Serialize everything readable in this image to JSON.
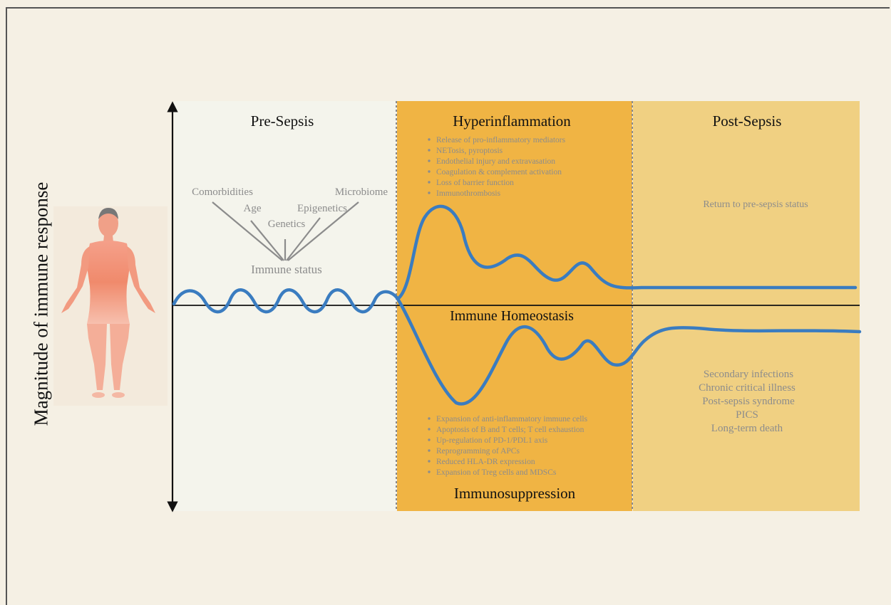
{
  "y_axis_label": "Magnitude of immune response",
  "phases": {
    "pre_sepsis": "Pre-Sepsis",
    "hyperinflammation": "Hyperinflammation",
    "post_sepsis": "Post-Sepsis"
  },
  "factors": [
    "Comorbidities",
    "Age",
    "Genetics",
    "Epigenetics",
    "Microbiome"
  ],
  "immune_status": "Immune status",
  "hyperinflammation_items": [
    "Release of pro-inflammatory mediators",
    "NETosis, pyroptosis",
    "Endothelial injury and extravasation",
    "Coagulation & complement activation",
    "Loss of barrier function",
    "Immunothrombosis"
  ],
  "homeostasis_label": "Immune Homeostasis",
  "immunosuppression_items": [
    "Expansion of anti-inflammatory immune cells",
    "Apoptosis of B and T cells; T cell exhaustion",
    "Up-regulation of PD-1/PDL1 axis",
    "Reprogramming of APCs",
    "Reduced HLA-DR expression",
    "Expansion of Treg cells and MDSCs"
  ],
  "immunosuppression_label": "Immunosuppression",
  "post_sepsis_upper": "Return to pre-sepsis status",
  "post_sepsis_outcomes": [
    "Secondary infections",
    "Chronic critical illness",
    "Post-sepsis syndrome",
    "PICS",
    "Long-term death"
  ],
  "colors": {
    "background": "#f5f0e4",
    "pre_sepsis_panel": "#f4f4ec",
    "hyperinflammation_panel": "#f0b444",
    "post_sepsis_panel": "#f0d082",
    "curve": "#3a7cc0",
    "muted_text": "#8c8c8c"
  }
}
